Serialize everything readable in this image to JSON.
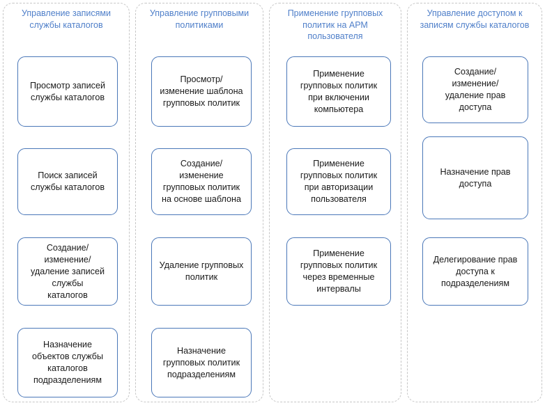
{
  "diagram": {
    "type": "grouped-process-map",
    "accent_color": "#4f7fc9",
    "node_border_color": "#4a77b8",
    "container_border_color": "#c6c6c6",
    "columns": [
      {
        "id": "directory-records-management",
        "header": "Управление записями\nслужбы каталогов",
        "nodes": [
          "Просмотр записей\nслужбы каталогов",
          "Поиск записей\nслужбы каталогов",
          "Создание/\nизменение/\nудаление записей\nслужбы\nкаталогов",
          "Назначение\nобъектов службы\nкаталогов\nподразделениям"
        ]
      },
      {
        "id": "group-policy-management",
        "header": "Управление групповыми\nполитиками",
        "nodes": [
          "Просмотр/\nизменение шаблона\nгрупповых политик",
          "Создание/\nизменение\nгрупповых политик\nна основе шаблона",
          "Удаление групповых\nполитик",
          "Назначение\nгрупповых политик\nподразделениям"
        ]
      },
      {
        "id": "group-policy-application",
        "header": "Применение групповых\nполитик на АРМ\nпользователя",
        "nodes": [
          "Применение\nгрупповых политик\nпри включении\nкомпьютера",
          "Применение\nгрупповых политик\nпри авторизации\nпользователя",
          "Применение\nгрупповых политик\nчерез временные\nинтервалы"
        ]
      },
      {
        "id": "access-control-management",
        "header": "Управление доступом к\nзаписям службы каталогов",
        "nodes": [
          "Создание/\nизменение/\nудаление прав\nдоступа",
          "Назначение прав\nдоступа",
          "Делегирование прав\nдоступа к\nподразделениям"
        ]
      }
    ]
  }
}
